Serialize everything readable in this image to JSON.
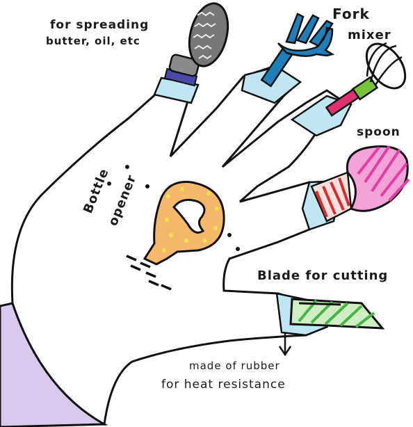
{
  "drawing": {
    "labels": {
      "spreading_line1": "for spreading",
      "spreading_line2": "butter, oil, etc",
      "fork": "Fork",
      "mixer": "mixer",
      "spoon": "spoon",
      "bottle": "Bottle",
      "opener": "opener",
      "blade": "Blade for cutting",
      "made_of": "made of rubber",
      "heat": "for heat resistance"
    },
    "colors": {
      "outline": "#111111",
      "sleeve": "#d9c9ee",
      "finger_cap": "#bfe6f2",
      "brush_head": "#777777",
      "fork": "#1f7fb8",
      "mixer_handle": "#e0306f",
      "mixer_band": "#79c23a",
      "spoon": "#e23ea6",
      "spoon_stripes": "#d82b2b",
      "bottle_opener": "#f6b86a",
      "bottle_dots": "#f4e04a",
      "blade": "#49b34a"
    }
  }
}
